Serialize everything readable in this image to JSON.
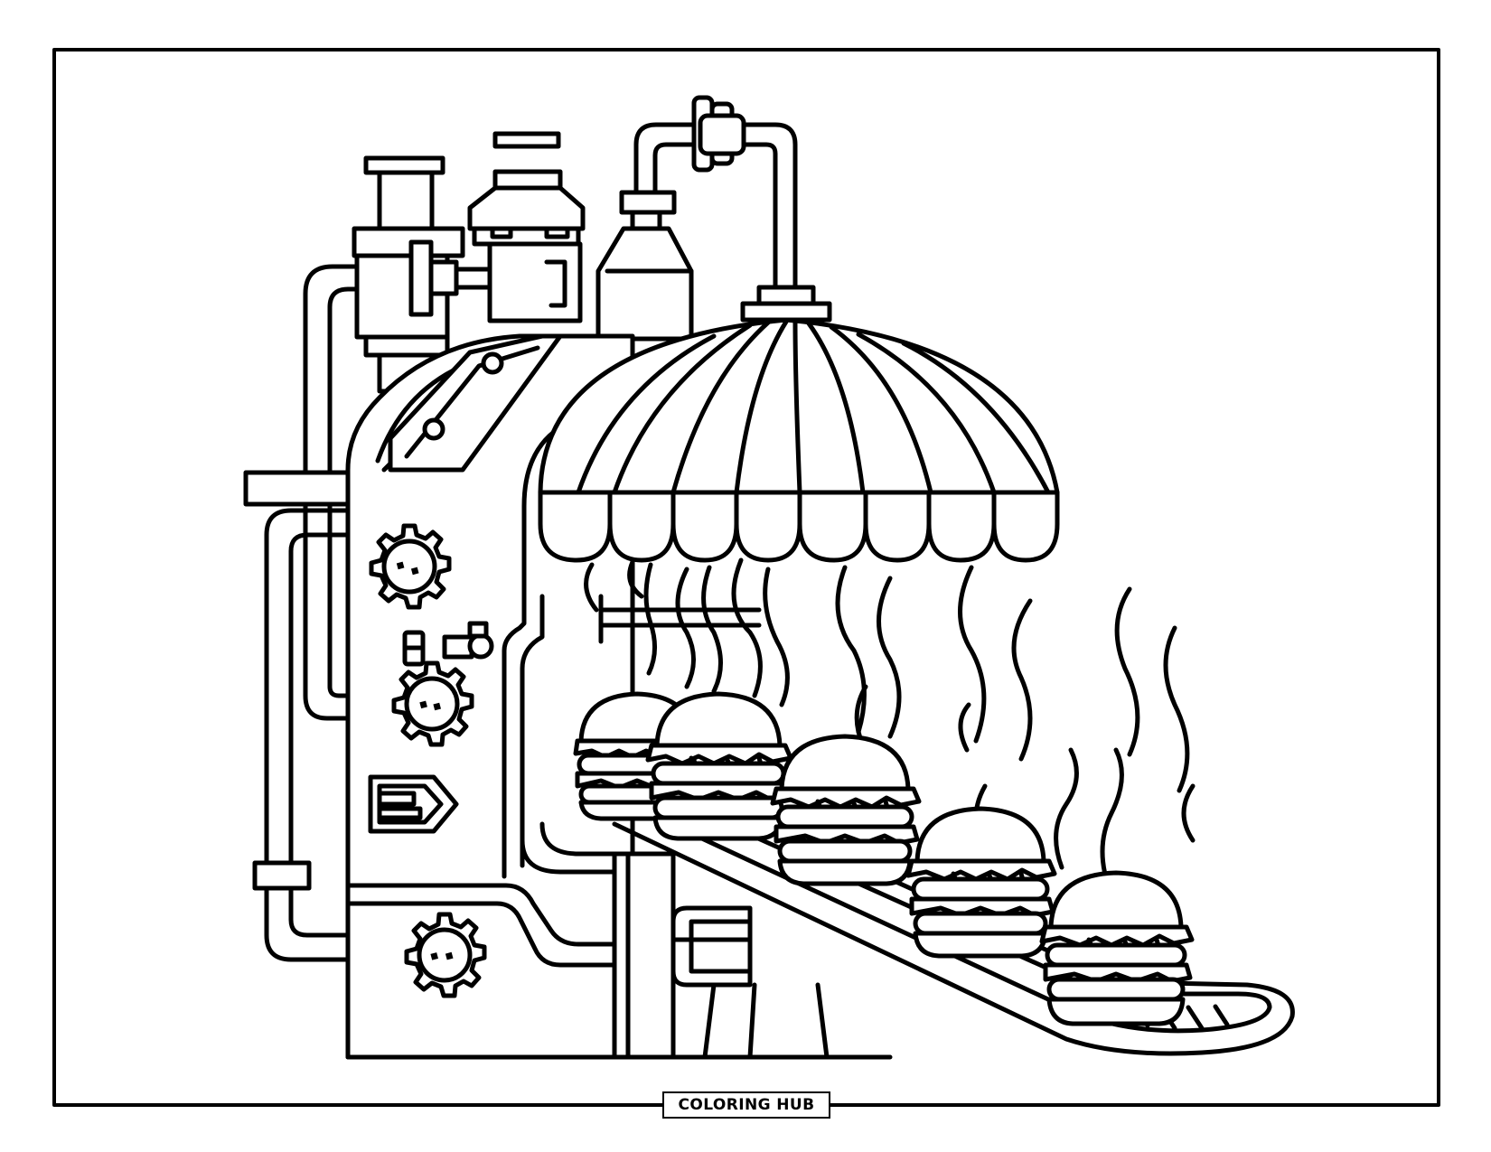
{
  "watermark": {
    "text": "COLORING HUB"
  },
  "colors": {
    "line": "#000000",
    "paper": "#ffffff"
  },
  "illustration": {
    "subject": "burger-making-machine-coloring-page",
    "burgers_on_conveyor": 5,
    "gears_on_machine": 3
  }
}
